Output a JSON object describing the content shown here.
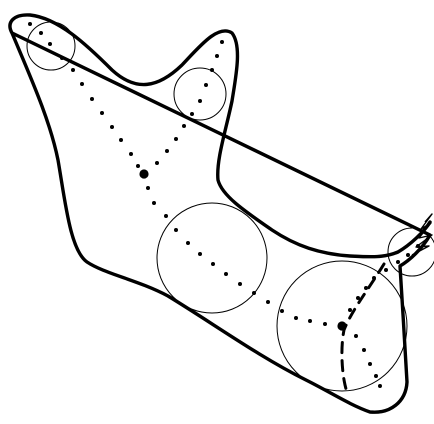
{
  "diagram": {
    "colors": {
      "outline": "#000000",
      "background": "#ffffff",
      "circle": "#000000",
      "dot": "#000000"
    },
    "elements": {
      "outline": "mandible-outline",
      "inscribed_circles": 5,
      "skeleton_branches": 5,
      "junction_nodes": 2,
      "dashed_cut_line": true,
      "zigzag_edge": true
    }
  }
}
